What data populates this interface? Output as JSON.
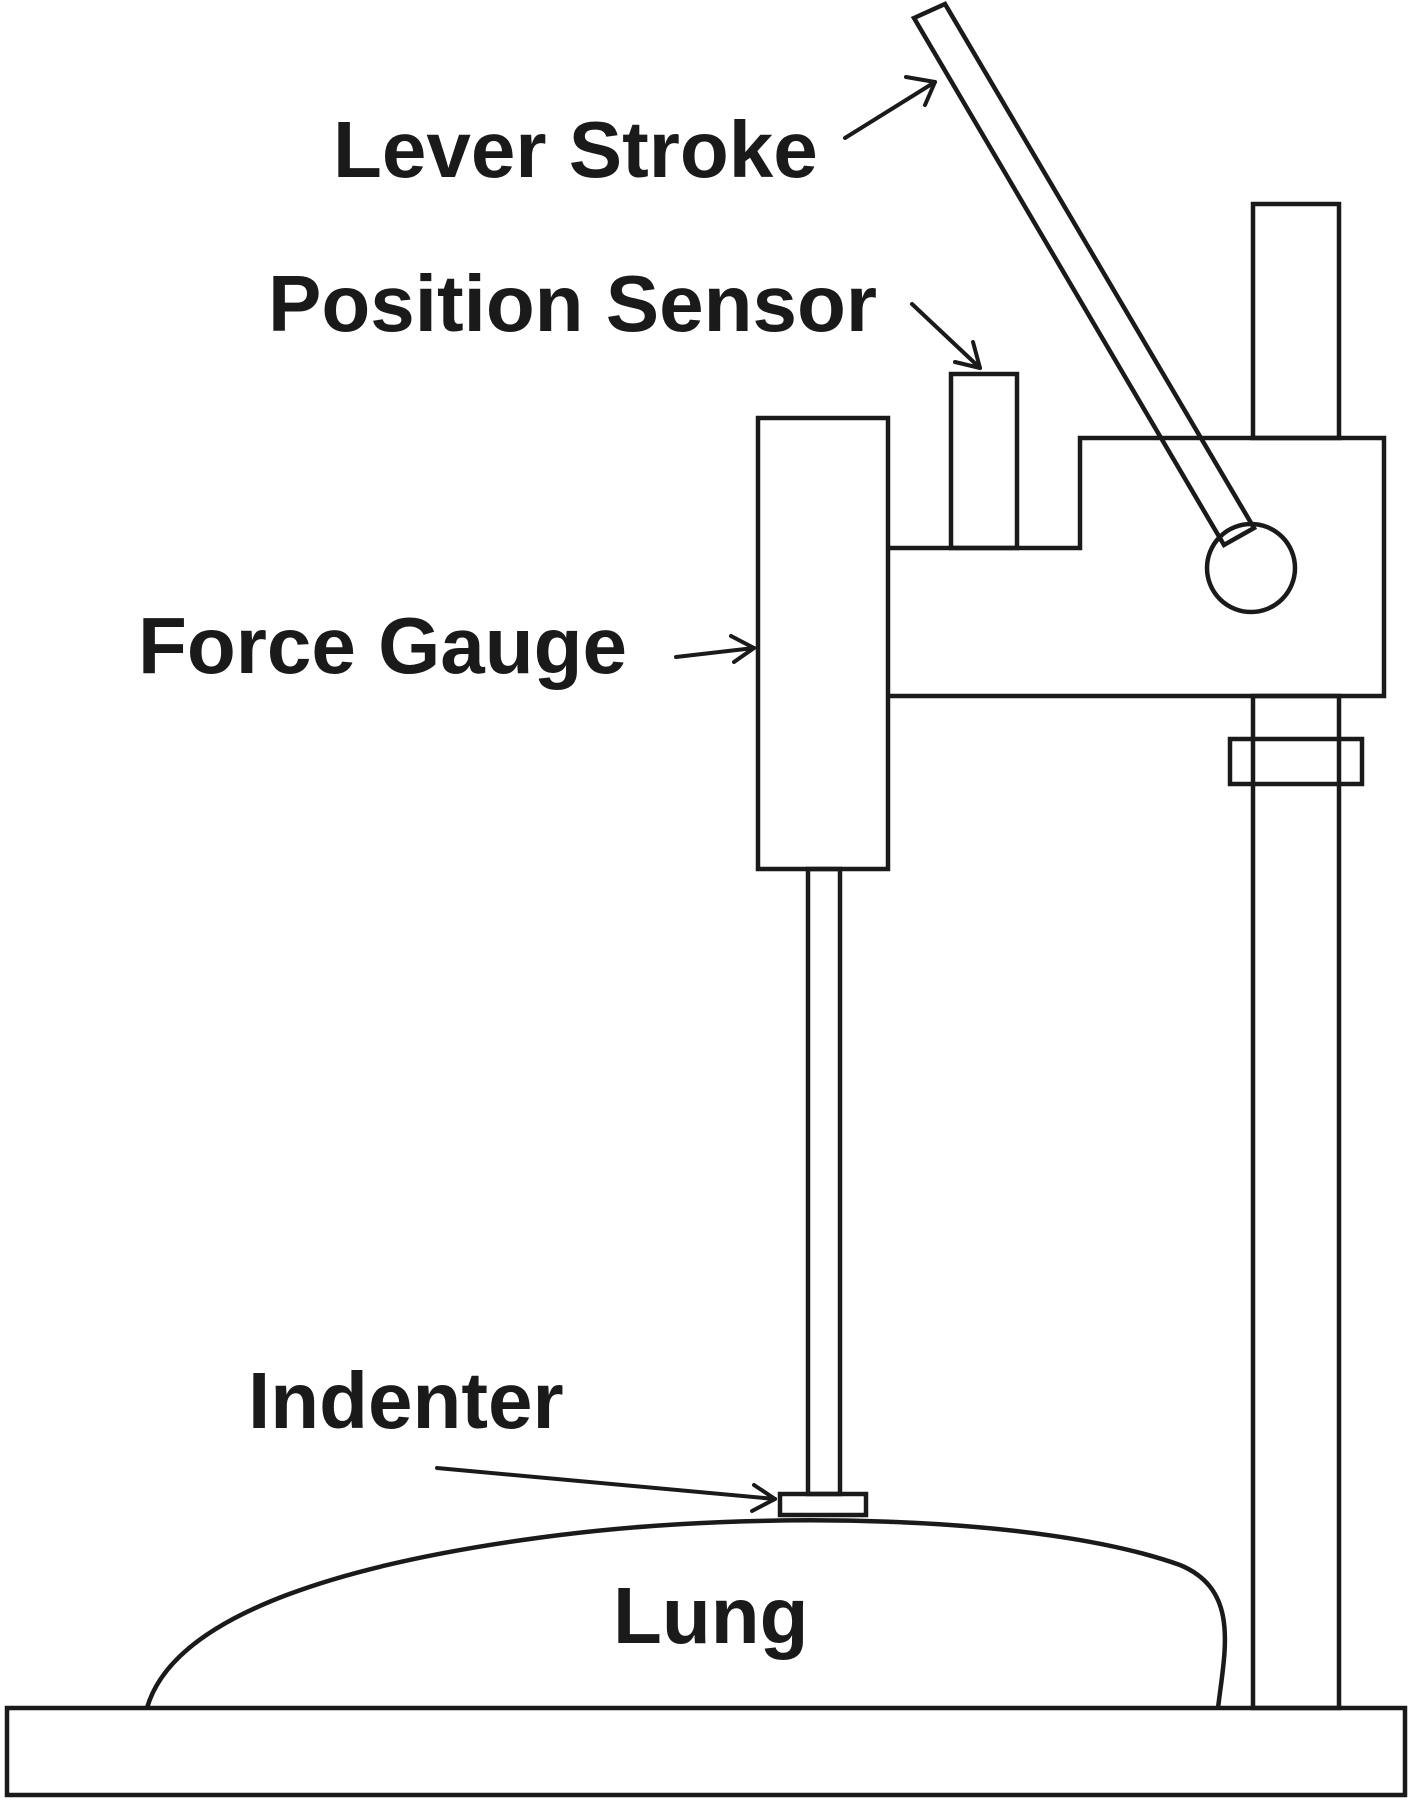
{
  "labels": {
    "lever_stroke": "Lever Stroke",
    "position_sensor": "Position Sensor",
    "force_gauge": "Force Gauge",
    "indenter": "Indenter",
    "lung": "Lung"
  }
}
